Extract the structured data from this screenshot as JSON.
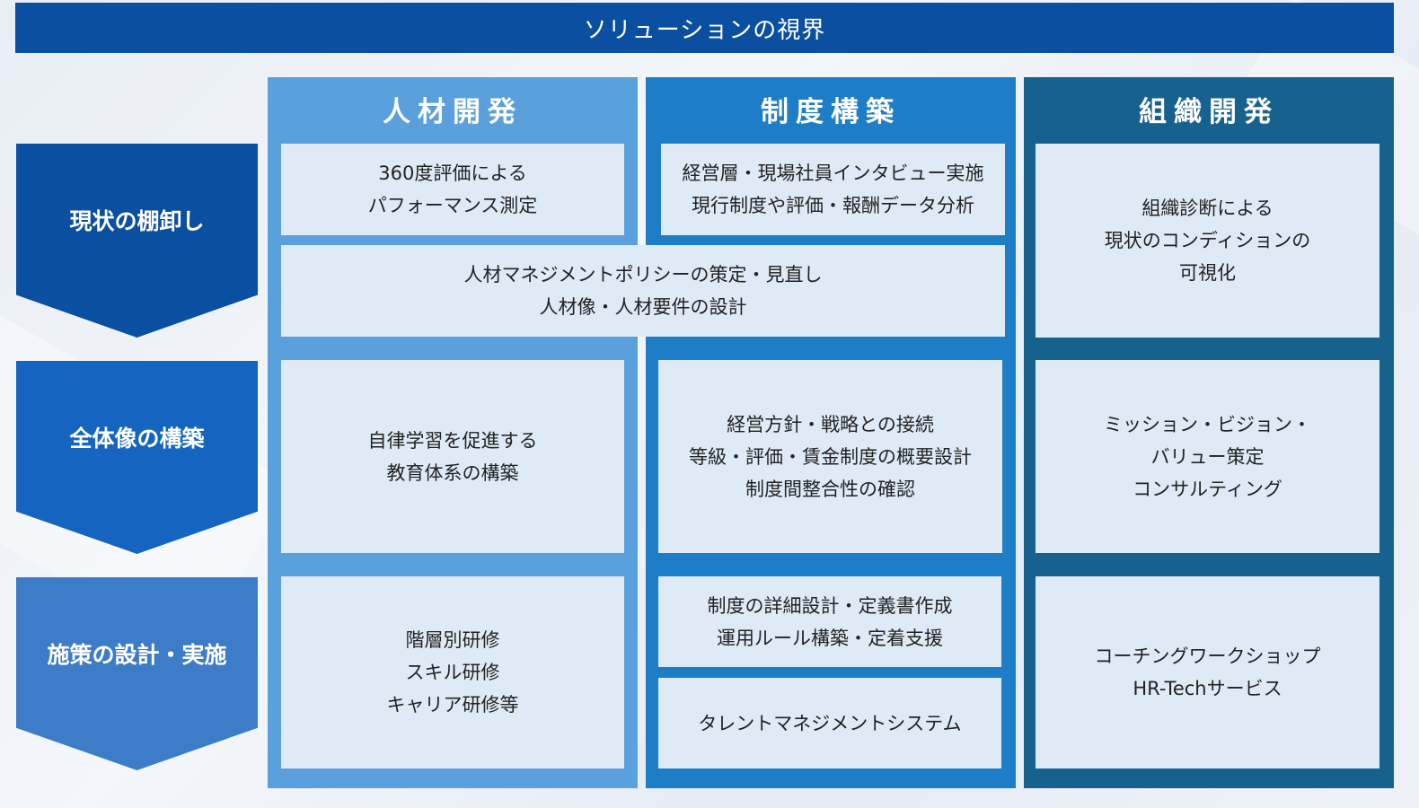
{
  "title": "ソリューションの視界",
  "stages": [
    {
      "label": "現状の棚卸し",
      "color": "#0b4fa0"
    },
    {
      "label": "全体像の構築",
      "color": "#1565c0"
    },
    {
      "label": "施策の設計・実施",
      "color": "#3d7cc6"
    }
  ],
  "columns": [
    {
      "label": "人材開発",
      "color": "#5aa0dc"
    },
    {
      "label": "制度構築",
      "color": "#1d7dc6"
    },
    {
      "label": "組織開発",
      "color": "#17618f"
    }
  ],
  "cells": {
    "jinzai_stage1": [
      "360度評価による",
      "パフォーマンス測定"
    ],
    "seido_stage1": [
      "経営層・現場社員インタビュー実施",
      "現行制度や評価・報酬データ分析"
    ],
    "span_stage1": [
      "人材マネジメントポリシーの策定・見直し",
      "人材像・人材要件の設計"
    ],
    "soshiki_stage1": [
      "組織診断による",
      "現状のコンディションの",
      "可視化"
    ],
    "jinzai_stage2": [
      "自律学習を促進する",
      "教育体系の構築"
    ],
    "seido_stage2": [
      "経営方針・戦略との接続",
      "等級・評価・賃金制度の概要設計",
      "制度間整合性の確認"
    ],
    "soshiki_stage2": [
      "ミッション・ビジョン・",
      "バリュー策定",
      "コンサルティング"
    ],
    "jinzai_stage3": [
      "階層別研修",
      "スキル研修",
      "キャリア研修等"
    ],
    "seido_stage3a": [
      "制度の詳細設計・定義書作成",
      "運用ルール構築・定着支援"
    ],
    "seido_stage3b": [
      "タレントマネジメントシステム"
    ],
    "soshiki_stage3": [
      "コーチングワークショップ",
      "HR-Techサービス"
    ]
  }
}
